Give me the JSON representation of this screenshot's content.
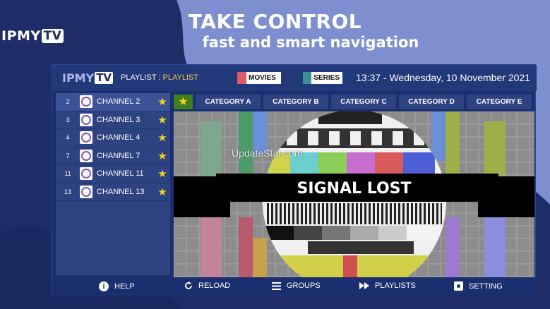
{
  "brand": {
    "name": "IPMY",
    "tv": "TV"
  },
  "hero": {
    "title": "TAKE CONTROL",
    "subtitle": "fast and smart navigation"
  },
  "app": {
    "logo": {
      "name": "IPMY",
      "tv": "TV"
    },
    "playlist_label": "PLAYLIST :",
    "playlist_name": "PLAYLIST",
    "movies_label": "MOVIES",
    "series_label": "SERIES",
    "datetime": "13:37 - Wednesday, 10 November 2021",
    "channels": [
      {
        "num": "2",
        "name": "CHANNEL 2"
      },
      {
        "num": "3",
        "name": "CHANNEL 3"
      },
      {
        "num": "4",
        "name": "CHANNEL 4"
      },
      {
        "num": "7",
        "name": "CHANNEL 7"
      },
      {
        "num": "11",
        "name": "CHANNEL 11"
      },
      {
        "num": "13",
        "name": "CHANNEL 13"
      }
    ],
    "categories": [
      "CATEGORY A",
      "CATEGORY B",
      "CATEGORY C",
      "CATEGORY D",
      "CATEGORY E"
    ],
    "video": {
      "status": "SIGNAL LOST",
      "watermark": "UpdateStar.com"
    },
    "bottom": {
      "help": "HELP",
      "reload": "RELOAD",
      "groups": "GROUPS",
      "playlists": "PLAYLISTS",
      "setting": "SETTING"
    }
  },
  "colors": {
    "background": "#7d8fcf",
    "blob": "#1e2d66",
    "app_bg": "#1a2f6e",
    "movies_swatch": "#e05a6a",
    "series_swatch": "#3f8f96",
    "star": "#f5d020",
    "playlist_name": "#f2c94c"
  },
  "icons": {
    "star": "star-icon",
    "help": "info-icon",
    "reload": "reload-icon",
    "groups": "menu-icon",
    "playlists": "fast-forward-icon",
    "setting": "gear-icon"
  }
}
